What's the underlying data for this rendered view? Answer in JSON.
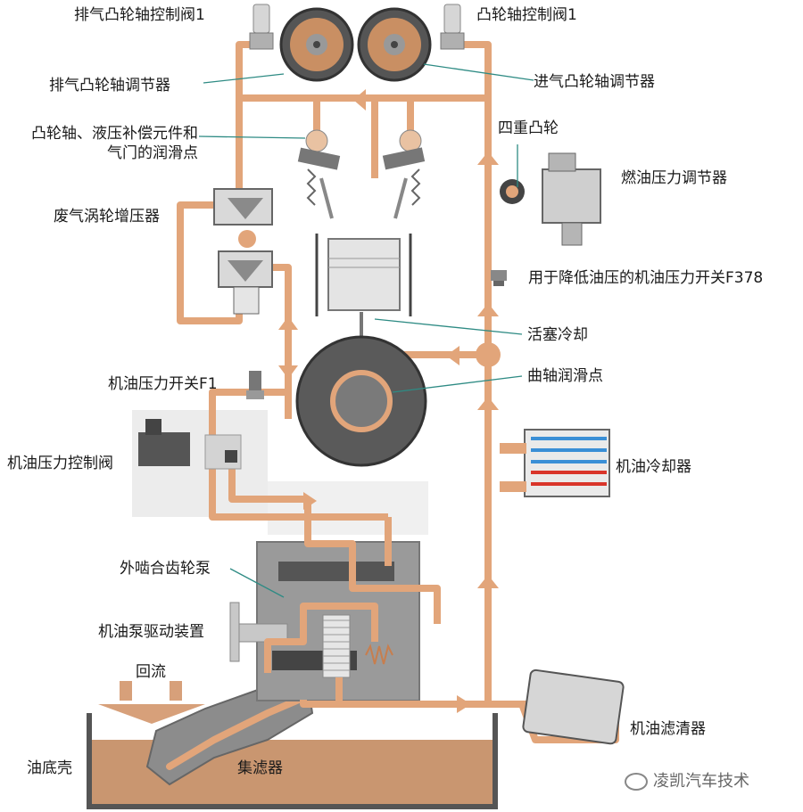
{
  "labels": {
    "exhaust_cam_valve": "排气凸轮轴控制阀1",
    "cam_valve": "凸轮轴控制阀1",
    "exhaust_cam_adjuster": "排气凸轮轴调节器",
    "intake_cam_adjuster": "进气凸轮轴调节器",
    "camshaft_lube_line1": "凸轮轴、液压补偿元件和",
    "camshaft_lube_line2": "气门的润滑点",
    "quad_cam": "四重凸轮",
    "fuel_pressure_regulator": "燃油压力调节器",
    "turbocharger": "废气涡轮增压器",
    "pressure_switch_f378": "用于降低油压的机油压力开关F378",
    "piston_cooling": "活塞冷却",
    "oil_pressure_switch_f1": "机油压力开关F1",
    "crankshaft_lube": "曲轴润滑点",
    "oil_pressure_control_valve": "机油压力控制阀",
    "oil_cooler": "机油冷却器",
    "gear_pump": "外啮合齿轮泵",
    "pump_drive": "机油泵驱动装置",
    "return_flow": "回流",
    "oil_filter": "机油滤清器",
    "oil_pan": "油底壳",
    "strainer": "集滤器"
  },
  "watermark": "凌凯汽车技术",
  "colors": {
    "oil_line": "#e2a57a",
    "oil_pan_fill": "#c99670",
    "housing_gray": "#9a9a9a",
    "panel_gray": "#ececec",
    "cooler_hot": "#d9352a",
    "cooler_cold": "#3a8fd6",
    "leader_line": "#2e8b84"
  }
}
